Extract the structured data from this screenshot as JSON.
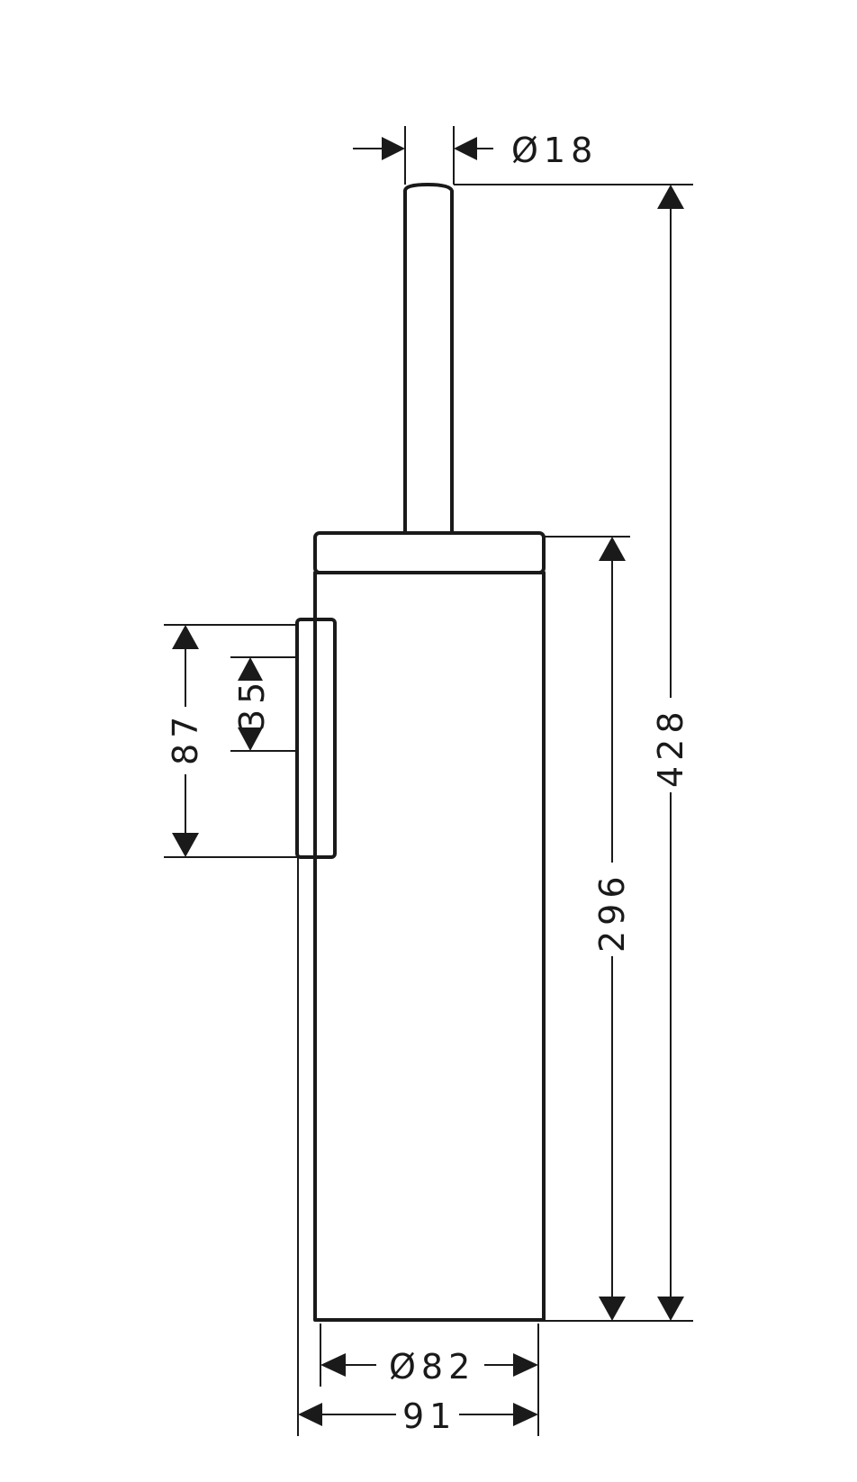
{
  "drawing": {
    "dimensions": {
      "handle_diameter": "Ø18",
      "total_height": "428",
      "holder_height": "296",
      "bracket_height": "87",
      "bracket_hole_spacing": "35",
      "holder_diameter": "Ø82",
      "overall_depth": "91"
    }
  }
}
